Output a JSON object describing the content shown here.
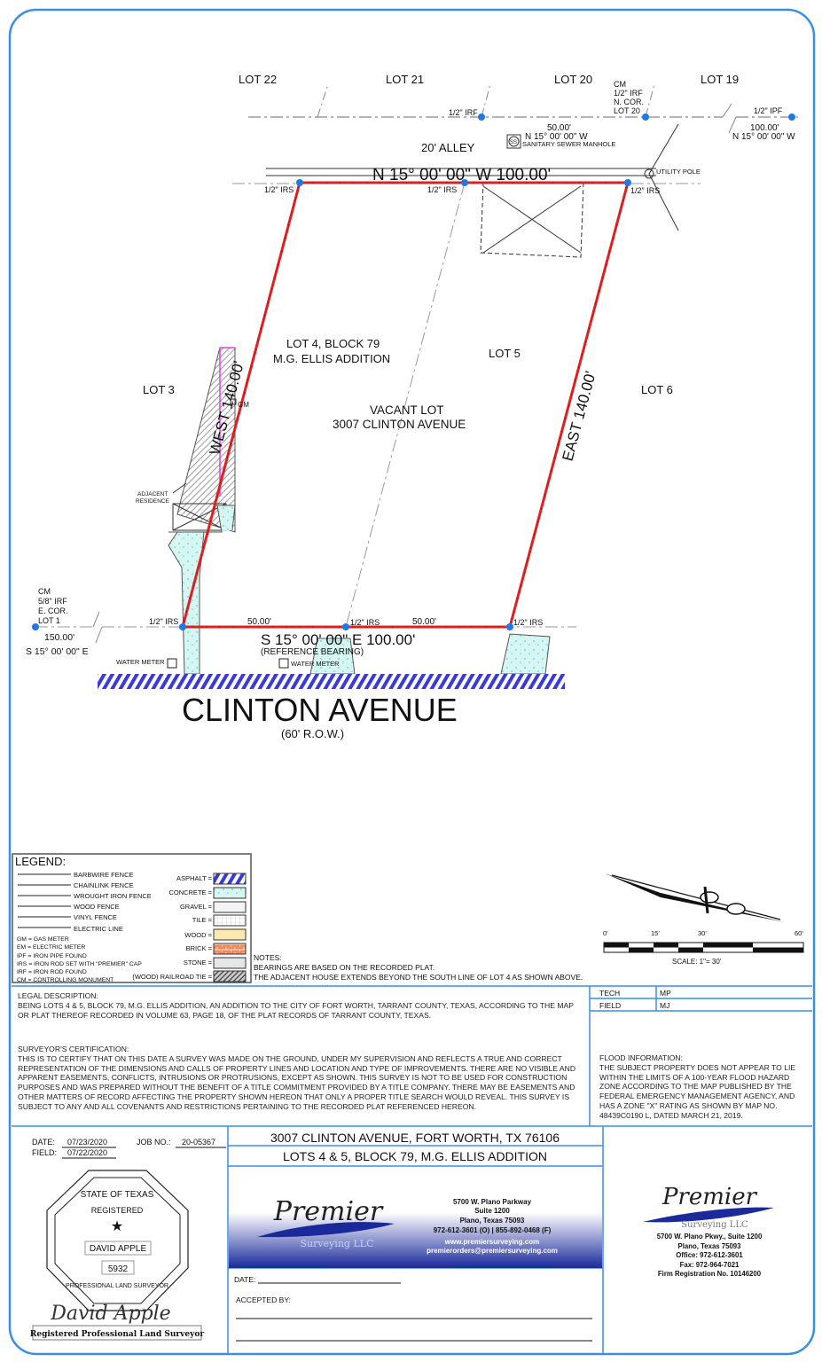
{
  "map": {
    "lots_top": [
      "LOT 22",
      "LOT 21",
      "LOT 20",
      "LOT 19"
    ],
    "cm_top": [
      "CM",
      "1/2\" IRF",
      "N. COR.",
      "LOT 20"
    ],
    "irf_top": "1/2\" IRF",
    "ipf_top": "1/2\" IPF",
    "alley_dist": "50.00'",
    "alley_bearing": "N 15° 00' 00\" W",
    "right_dist": "100.00'",
    "right_bearing": "N 15° 00' 00\" W",
    "sewer_symbol": "SS",
    "sewer_label": "SANITARY SEWER MANHOLE",
    "alley_label": "20' ALLEY",
    "north_line": "N 15° 00' 00\" W  100.00'",
    "utility_pole": "UTILITY POLE",
    "irs": "1/2\" IRS",
    "lot_title": [
      "LOT 4, BLOCK 79",
      "M.G. ELLIS ADDITION"
    ],
    "lot5": "LOT 5",
    "lot3": "LOT 3",
    "lot6": "LOT 6",
    "vacant": [
      "VACANT LOT",
      "3007 CLINTON AVENUE"
    ],
    "west_line": "WEST  140.00'",
    "east_line": "EAST  140.00'",
    "gm": "GM",
    "adjacent": [
      "ADJACENT",
      "RESIDENCE"
    ],
    "cm_left": [
      "CM",
      "5/8\" IRF",
      "E. COR.",
      "LOT 1"
    ],
    "left_dist": "150.00'",
    "left_bearing": "S 15° 00' 00\" E",
    "half_dist": "50.00'",
    "south_line": "S 15° 00' 00\" E   100.00'",
    "reference": "(REFERENCE BEARING)",
    "water_meter": "WATER METER",
    "street": "CLINTON AVENUE",
    "row": "(60' R.O.W.)"
  },
  "legend": {
    "title": "LEGEND:",
    "lines": [
      "BARBWIRE FENCE",
      "CHAINLINK FENCE",
      "WROUGHT IRON FENCE",
      "WOOD FENCE",
      "VINYL FENCE",
      "ELECTRIC LINE"
    ],
    "abbrevs": [
      "GM = GAS METER",
      "EM = ELECTRIC METER",
      "IPF = IRON PIPE FOUND",
      "IRS = IRON ROD SET WITH \"PREMIER\" CAP",
      "IRF = IRON ROD FOUND",
      "CM = CONTROLLING MONUMENT"
    ],
    "materials": [
      {
        "label": "ASPHALT =",
        "color": "#3a3ad8"
      },
      {
        "label": "CONCRETE =",
        "color": "#bdf0ee"
      },
      {
        "label": "GRAVEL =",
        "color": "#f4f4f4"
      },
      {
        "label": "TILE =",
        "color": "#f8f8f8"
      },
      {
        "label": "WOOD =",
        "color": "#fbe9b0"
      },
      {
        "label": "BRICK =",
        "color": "#f08a5d"
      },
      {
        "label": "STONE =",
        "color": "#e6e6e6"
      },
      {
        "label": "(WOOD) RAILROAD TIE =",
        "color": "#8a8a8a"
      }
    ]
  },
  "notes": {
    "title": "NOTES:",
    "lines": [
      "BEARINGS ARE BASED ON THE RECORDED PLAT.",
      "THE ADJACENT HOUSE EXTENDS BEYOND THE SOUTH LINE OF LOT 4 AS SHOWN ABOVE."
    ]
  },
  "scale": {
    "ticks": [
      "0'",
      "15'",
      "30'",
      "60'"
    ],
    "label": "SCALE: 1\"= 30'"
  },
  "legal": {
    "title": "LEGAL DESCRIPTION:",
    "text": "BEING LOTS 4 & 5, BLOCK 79, M.G. ELLIS ADDITION, AN ADDITION TO THE CITY OF FORT WORTH, TARRANT COUNTY, TEXAS, ACCORDING TO THE MAP OR PLAT THEREOF RECORDED IN VOLUME 63, PAGE 18, OF THE PLAT RECORDS OF TARRANT COUNTY, TEXAS.",
    "cert_title": "SURVEYOR'S CERTIFICATION:",
    "cert_text": "THIS IS TO CERTIFY THAT ON THIS DATE A SURVEY WAS MADE ON THE GROUND, UNDER MY SUPERVISION AND REFLECTS A TRUE AND CORRECT REPRESENTATION OF THE DIMENSIONS AND CALLS OF PROPERTY LINES AND LOCATION AND TYPE OF IMPROVEMENTS. THERE ARE NO VISIBLE AND APPARENT EASEMENTS, CONFLICTS, INTRUSIONS OR PROTRUSIONS, EXCEPT AS SHOWN. THIS SURVEY IS NOT TO BE USED FOR CONSTRUCTION PURPOSES AND WAS PREPARED WITHOUT THE BENEFIT OF A TITLE COMMITMENT PROVIDED BY A TITLE COMPANY.  THERE MAY BE EASEMENTS AND OTHER MATTERS OF RECORD AFFECTING THE PROPERTY SHOWN HEREON THAT ONLY A PROPER TITLE SEARCH WOULD REVEAL. THIS SURVEY IS SUBJECT TO ANY AND ALL COVENANTS AND RESTRICTIONS PERTAINING TO THE RECORDED PLAT REFERENCED HEREON."
  },
  "crew": {
    "tech_label": "TECH",
    "tech": "MP",
    "field_label": "FIELD",
    "field": "MJ"
  },
  "flood": {
    "title": "FLOOD INFORMATION:",
    "text": "THE SUBJECT PROPERTY DOES NOT APPEAR TO LIE WITHIN THE LIMITS OF A 100-YEAR FLOOD HAZARD ZONE ACCORDING TO THE MAP PUBLISHED BY THE FEDERAL EMERGENCY MANAGEMENT AGENCY, AND HAS A ZONE \"X\" RATING AS SHOWN BY MAP NO. 48439C0190 L, DATED MARCH 21, 2019."
  },
  "job": {
    "date_label": "DATE:",
    "date": "07/23/2020",
    "field_label": "FIELD:",
    "field": "07/22/2020",
    "job_label": "JOB NO.:",
    "job": "20-05367"
  },
  "seal": {
    "state": "STATE OF TEXAS",
    "registered": "REGISTERED",
    "name": "DAVID  APPLE",
    "number": "5932",
    "professional": "PROFESSIONAL LAND SURVEYOR",
    "signature": "David Apple",
    "caption": "Registered Professional Land Surveyor"
  },
  "title_block": {
    "address": "3007 CLINTON AVENUE, FORT WORTH, TX 76106",
    "lots": "LOTS 4 & 5, BLOCK 79, M.G. ELLIS ADDITION"
  },
  "banner": {
    "logo": "Premier",
    "sub": "Surveying LLC",
    "lines": [
      "5700 W. Plano Parkway",
      "Suite 1200",
      "Plano, Texas 75093",
      "972-612-3601 (O) | 855-892-0468 (F)"
    ],
    "web": [
      "www.premiersurveying.com",
      "premierorders@premiersurveying.com"
    ]
  },
  "accept": {
    "date_label": "DATE:",
    "accepted_label": "ACCEPTED BY:"
  },
  "firm": {
    "logo": "Premier",
    "sub": "Surveying LLC",
    "lines": [
      "5700 W. Plano Pkwy., Suite 1200",
      "Plano, Texas 75093",
      "Office: 972-612-3601",
      "Fax: 972-964-7021",
      "Firm Registration No. 10146200"
    ]
  },
  "colors": {
    "frame": "#3b8ee6",
    "boundary": "#e02020",
    "point": "#1e78e6",
    "asphalt": "#3a3ad8",
    "concrete": "#bdf0ee",
    "banner": "#1a2a9a"
  }
}
